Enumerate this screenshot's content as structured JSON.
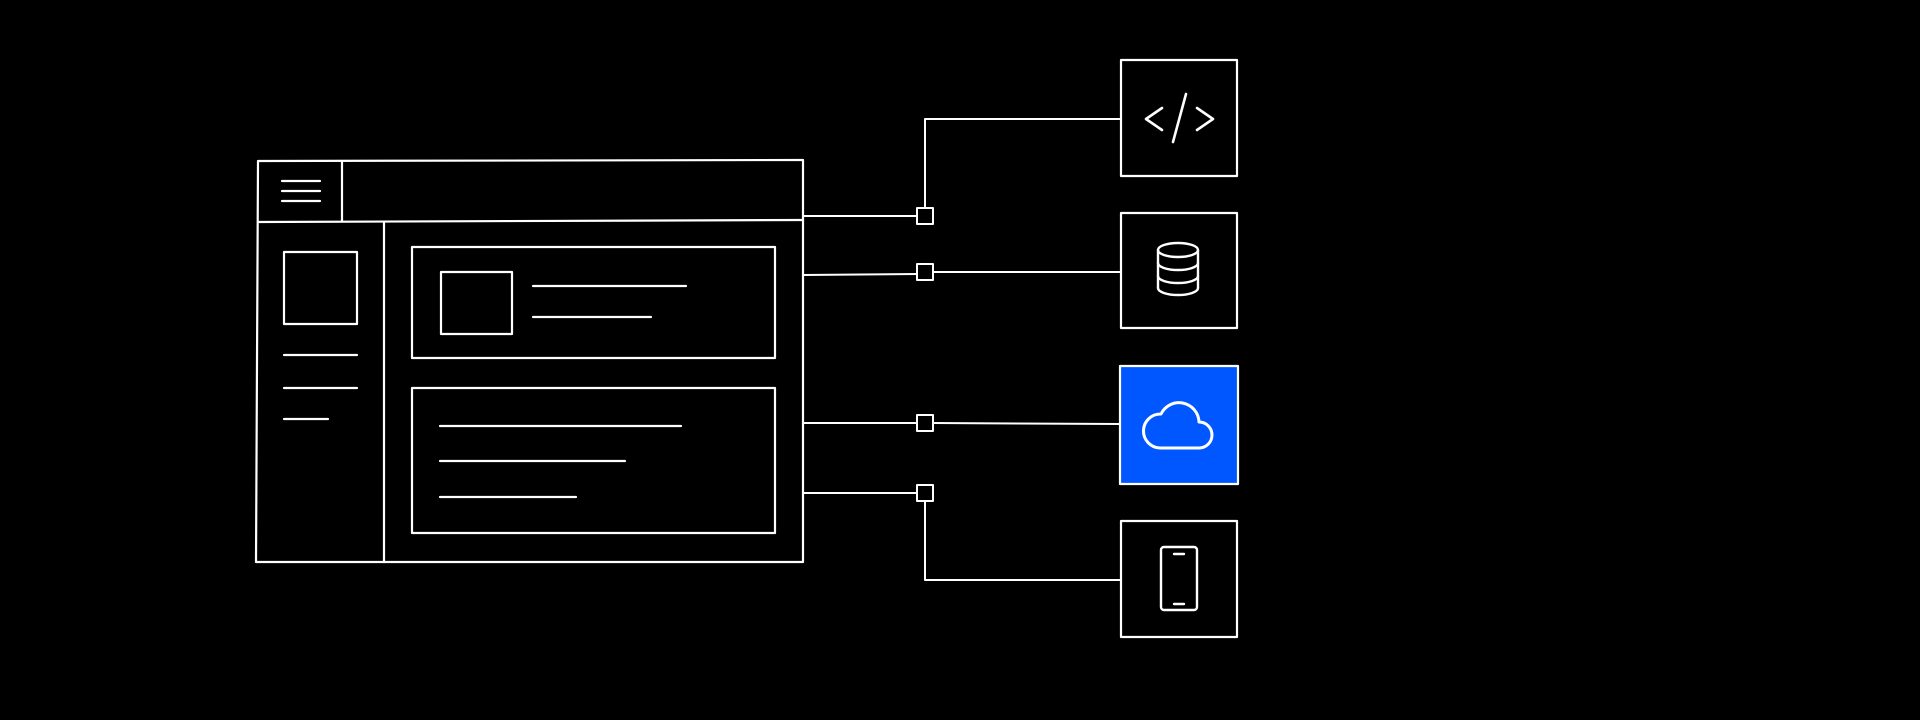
{
  "diagram": {
    "colors": {
      "background": "#000000",
      "stroke": "#ffffff",
      "accent": "#0057ff"
    },
    "wireframe": {
      "header": {
        "menu_icon": "hamburger-menu-icon"
      },
      "sidebar": {
        "image_placeholder": "image-placeholder",
        "text_lines": 3
      },
      "main": {
        "cards": [
          {
            "name": "media-card",
            "has_image": true,
            "text_lines": 2
          },
          {
            "name": "text-card",
            "has_image": false,
            "text_lines": 3
          }
        ]
      }
    },
    "services": [
      {
        "name": "code",
        "icon": "code-icon",
        "highlighted": false
      },
      {
        "name": "database",
        "icon": "database-icon",
        "highlighted": false
      },
      {
        "name": "cloud",
        "icon": "cloud-icon",
        "highlighted": true
      },
      {
        "name": "mobile",
        "icon": "mobile-phone-icon",
        "highlighted": false
      }
    ],
    "connections": [
      {
        "from": "wireframe",
        "to": "code"
      },
      {
        "from": "wireframe",
        "to": "database"
      },
      {
        "from": "wireframe",
        "to": "cloud"
      },
      {
        "from": "wireframe",
        "to": "mobile"
      }
    ]
  }
}
